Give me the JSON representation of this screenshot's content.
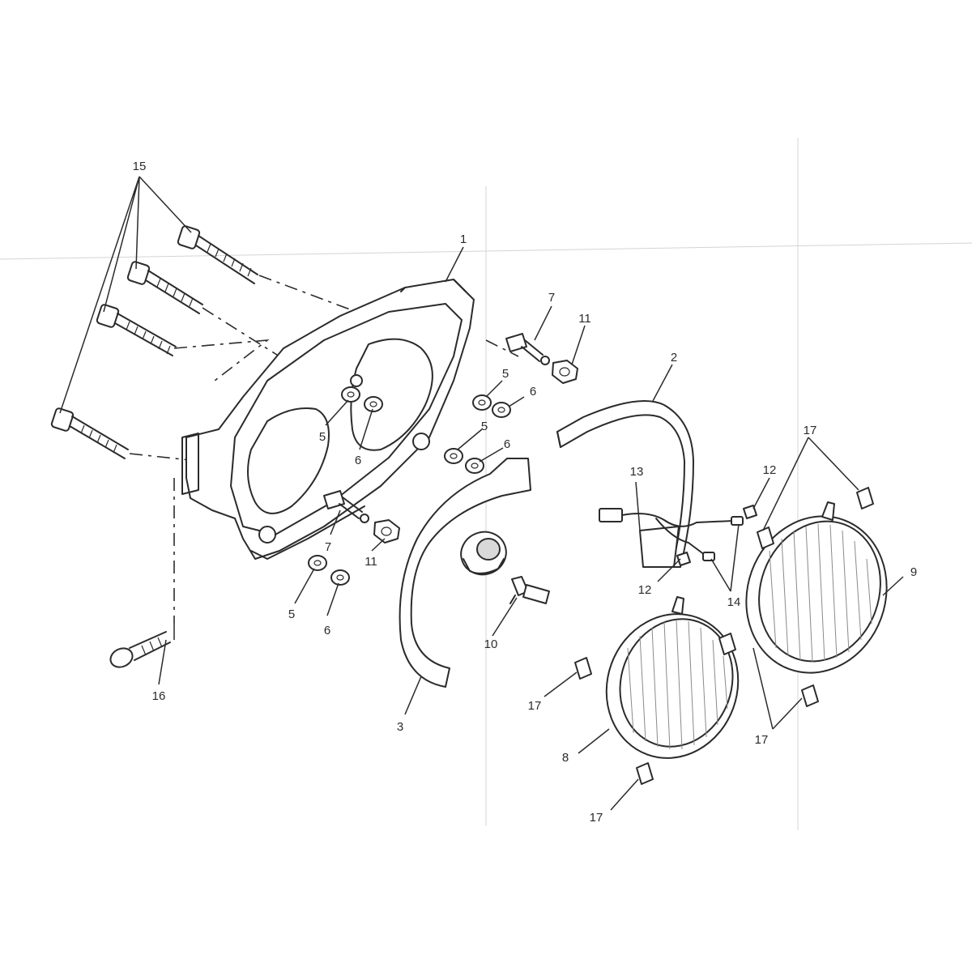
{
  "callouts": [
    {
      "id": "c1",
      "text": "1"
    },
    {
      "id": "c2",
      "text": "2"
    },
    {
      "id": "c3",
      "text": "3"
    },
    {
      "id": "c5a",
      "text": "5"
    },
    {
      "id": "c5b",
      "text": "5"
    },
    {
      "id": "c5c",
      "text": "5"
    },
    {
      "id": "c5d",
      "text": "5"
    },
    {
      "id": "c6a",
      "text": "6"
    },
    {
      "id": "c6b",
      "text": "6"
    },
    {
      "id": "c6c",
      "text": "6"
    },
    {
      "id": "c6d",
      "text": "6"
    },
    {
      "id": "c7a",
      "text": "7"
    },
    {
      "id": "c7b",
      "text": "7"
    },
    {
      "id": "c8",
      "text": "8"
    },
    {
      "id": "c9",
      "text": "9"
    },
    {
      "id": "c10",
      "text": "10"
    },
    {
      "id": "c11a",
      "text": "11"
    },
    {
      "id": "c11b",
      "text": "11"
    },
    {
      "id": "c12a",
      "text": "12"
    },
    {
      "id": "c12b",
      "text": "12"
    },
    {
      "id": "c13",
      "text": "13"
    },
    {
      "id": "c14",
      "text": "14"
    },
    {
      "id": "c15",
      "text": "15"
    },
    {
      "id": "c16",
      "text": "16"
    },
    {
      "id": "c17a",
      "text": "17"
    },
    {
      "id": "c17b",
      "text": "17"
    },
    {
      "id": "c17c",
      "text": "17"
    },
    {
      "id": "c17d",
      "text": "17"
    }
  ]
}
